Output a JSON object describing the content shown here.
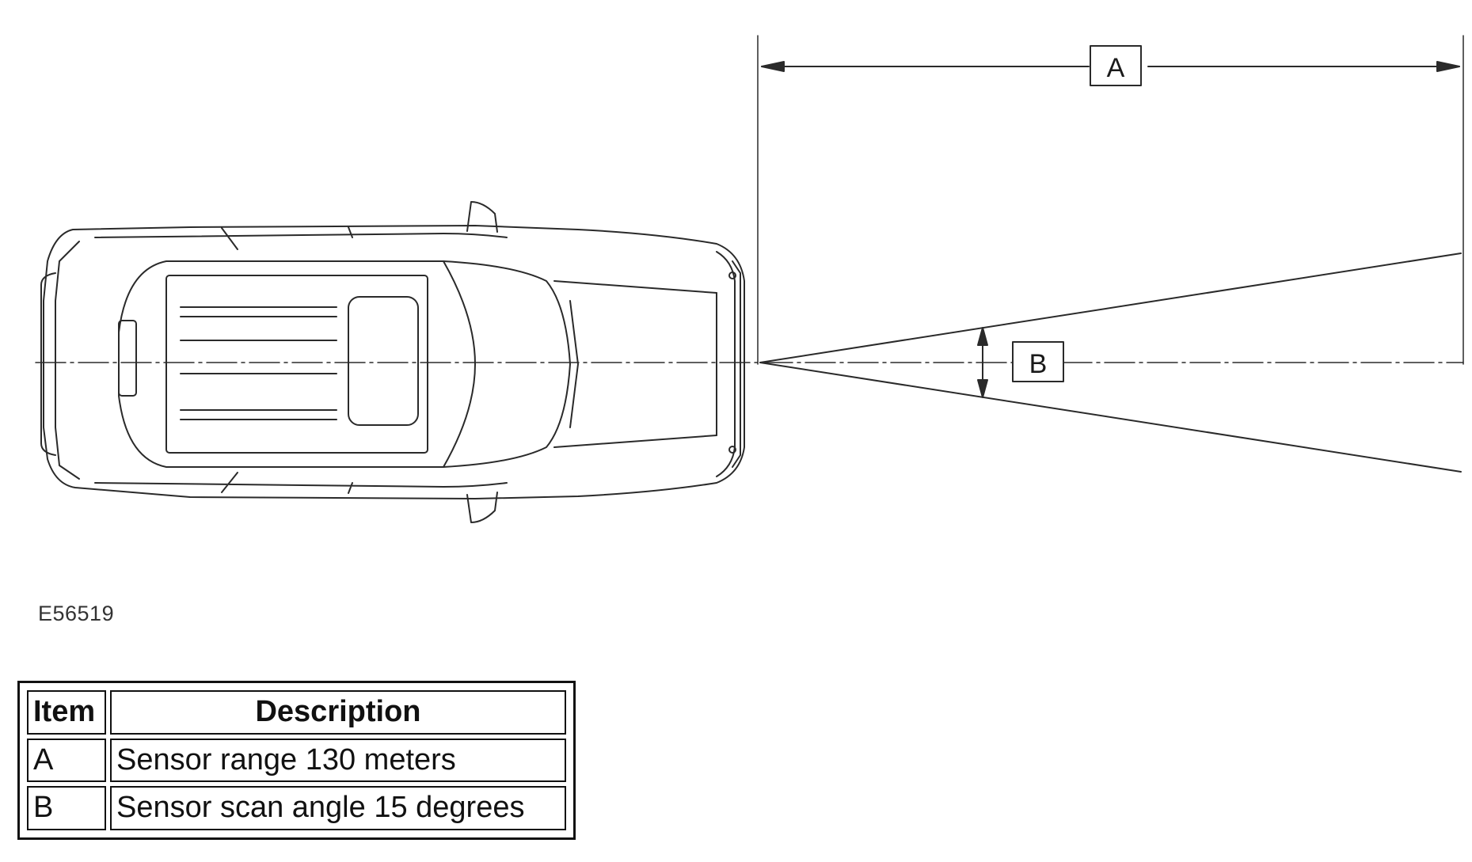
{
  "diagram": {
    "callouts": [
      {
        "label": "A"
      },
      {
        "label": "B"
      }
    ],
    "figure_id": "E56519"
  },
  "legend": {
    "headers": {
      "item": "Item",
      "description": "Description"
    },
    "rows": [
      {
        "item": "A",
        "description": "Sensor range 130 meters"
      },
      {
        "item": "B",
        "description": "Sensor scan angle 15 degrees"
      }
    ]
  },
  "colors": {
    "line": "#2a2a2a",
    "background": "#ffffff"
  }
}
